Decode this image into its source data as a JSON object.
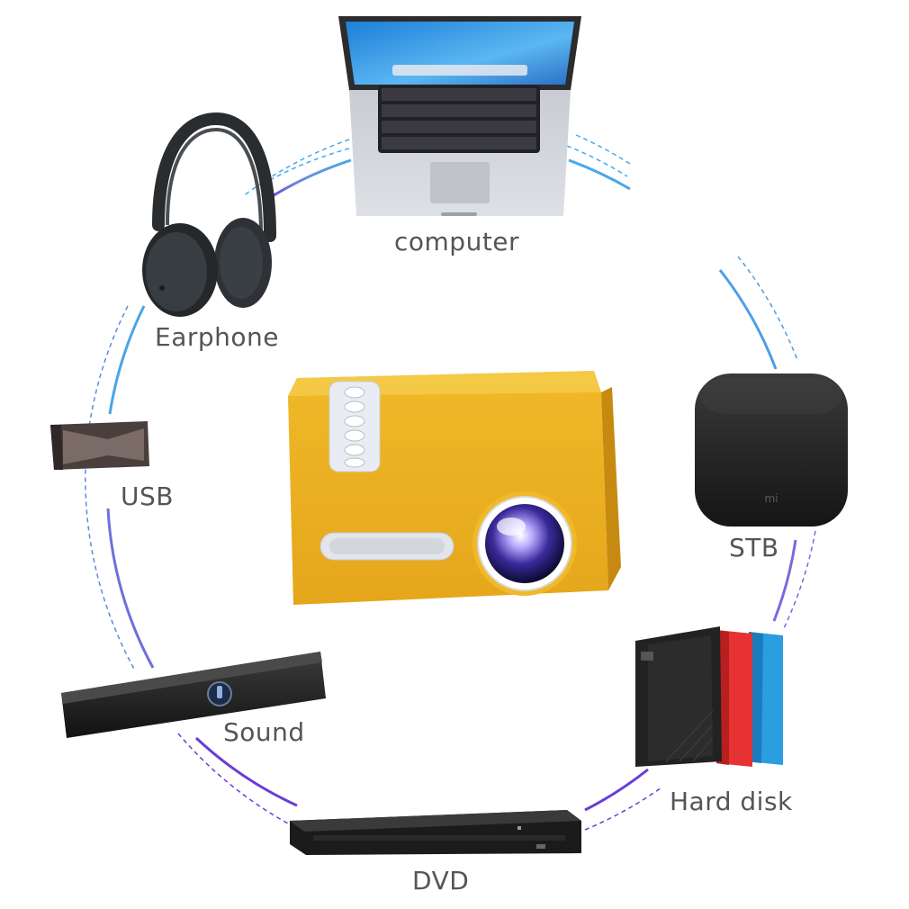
{
  "labels": {
    "computer": "computer",
    "earphone": "Earphone",
    "usb": "USB",
    "stb": "STB",
    "sound": "Sound",
    "hard_disk": "Hard disk",
    "dvd": "DVD",
    "stb_logo": "mi"
  },
  "devices": [
    {
      "name": "projector",
      "icon": "projector-icon"
    },
    {
      "name": "computer",
      "icon": "laptop-icon"
    },
    {
      "name": "earphone",
      "icon": "headphones-icon"
    },
    {
      "name": "usb",
      "icon": "usb-drive-icon"
    },
    {
      "name": "stb",
      "icon": "set-top-box-icon"
    },
    {
      "name": "sound",
      "icon": "soundbar-icon"
    },
    {
      "name": "hard_disk",
      "icon": "hard-disk-icon"
    },
    {
      "name": "dvd",
      "icon": "dvd-player-icon"
    }
  ],
  "colors": {
    "ring_start": "#4aa8e8",
    "ring_end": "#6a3cd8",
    "projector_body": "#f2bf2a",
    "label_text": "#555555",
    "disk_black": "#222222",
    "disk_red": "#e63232",
    "disk_blue": "#2a9ee0"
  }
}
